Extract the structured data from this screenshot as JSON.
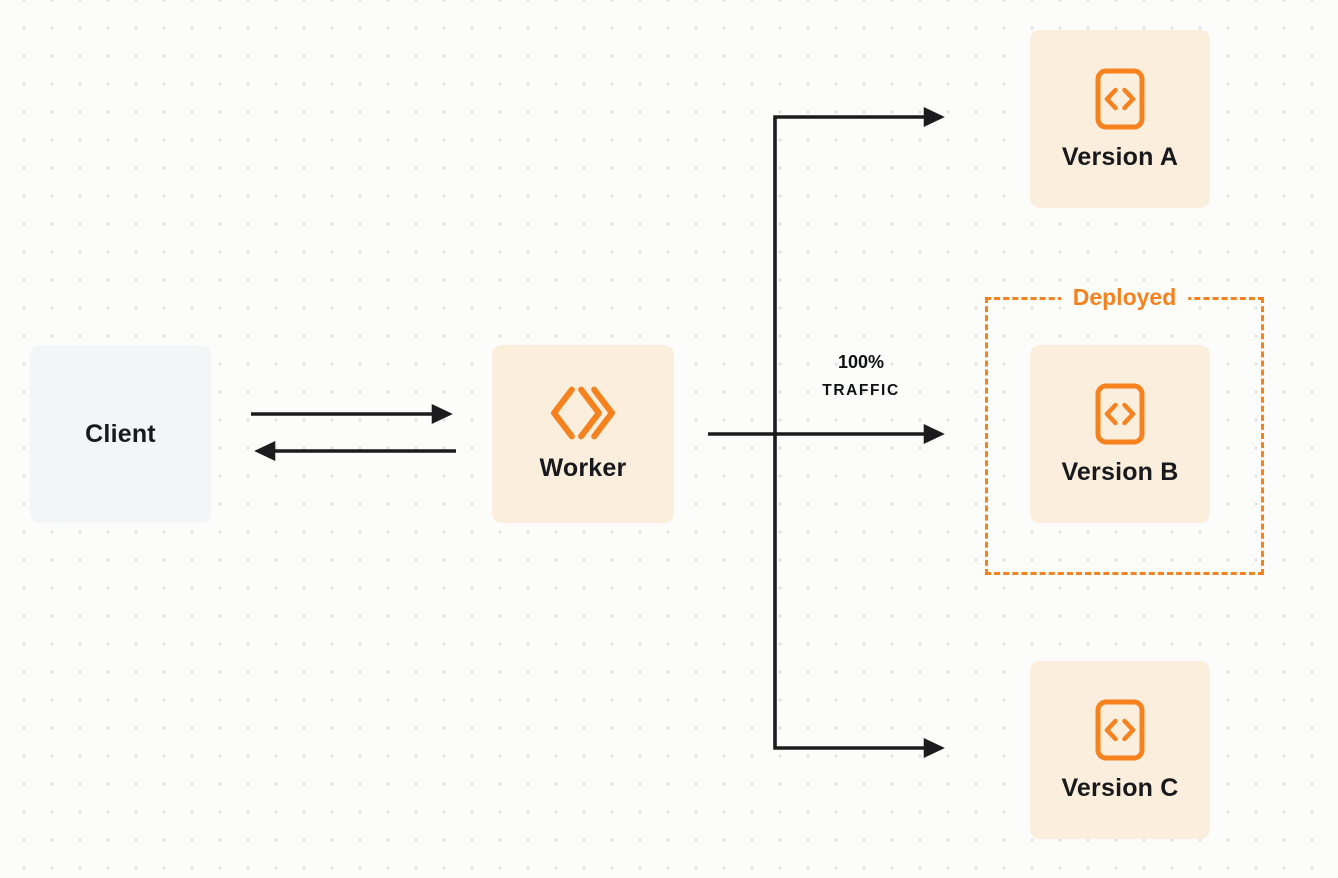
{
  "nodes": {
    "client": {
      "label": "Client"
    },
    "worker": {
      "label": "Worker",
      "icon": "worker-chevrons-icon"
    },
    "version_a": {
      "label": "Version A",
      "icon": "code-icon"
    },
    "version_b": {
      "label": "Version B",
      "icon": "code-icon"
    },
    "version_c": {
      "label": "Version C",
      "icon": "code-icon"
    }
  },
  "annotations": {
    "deployed_label": "Deployed",
    "traffic_percent": "100%",
    "traffic_word": "TRAFFIC"
  },
  "colors": {
    "accent": "#F6821F",
    "node_fill": "#FCEEDC",
    "client_fill": "#F4F5F6",
    "arrow": "#1C1C1E",
    "bg": "#FCFCFA",
    "dot": "#E2E2E0",
    "text": "#17191C"
  }
}
